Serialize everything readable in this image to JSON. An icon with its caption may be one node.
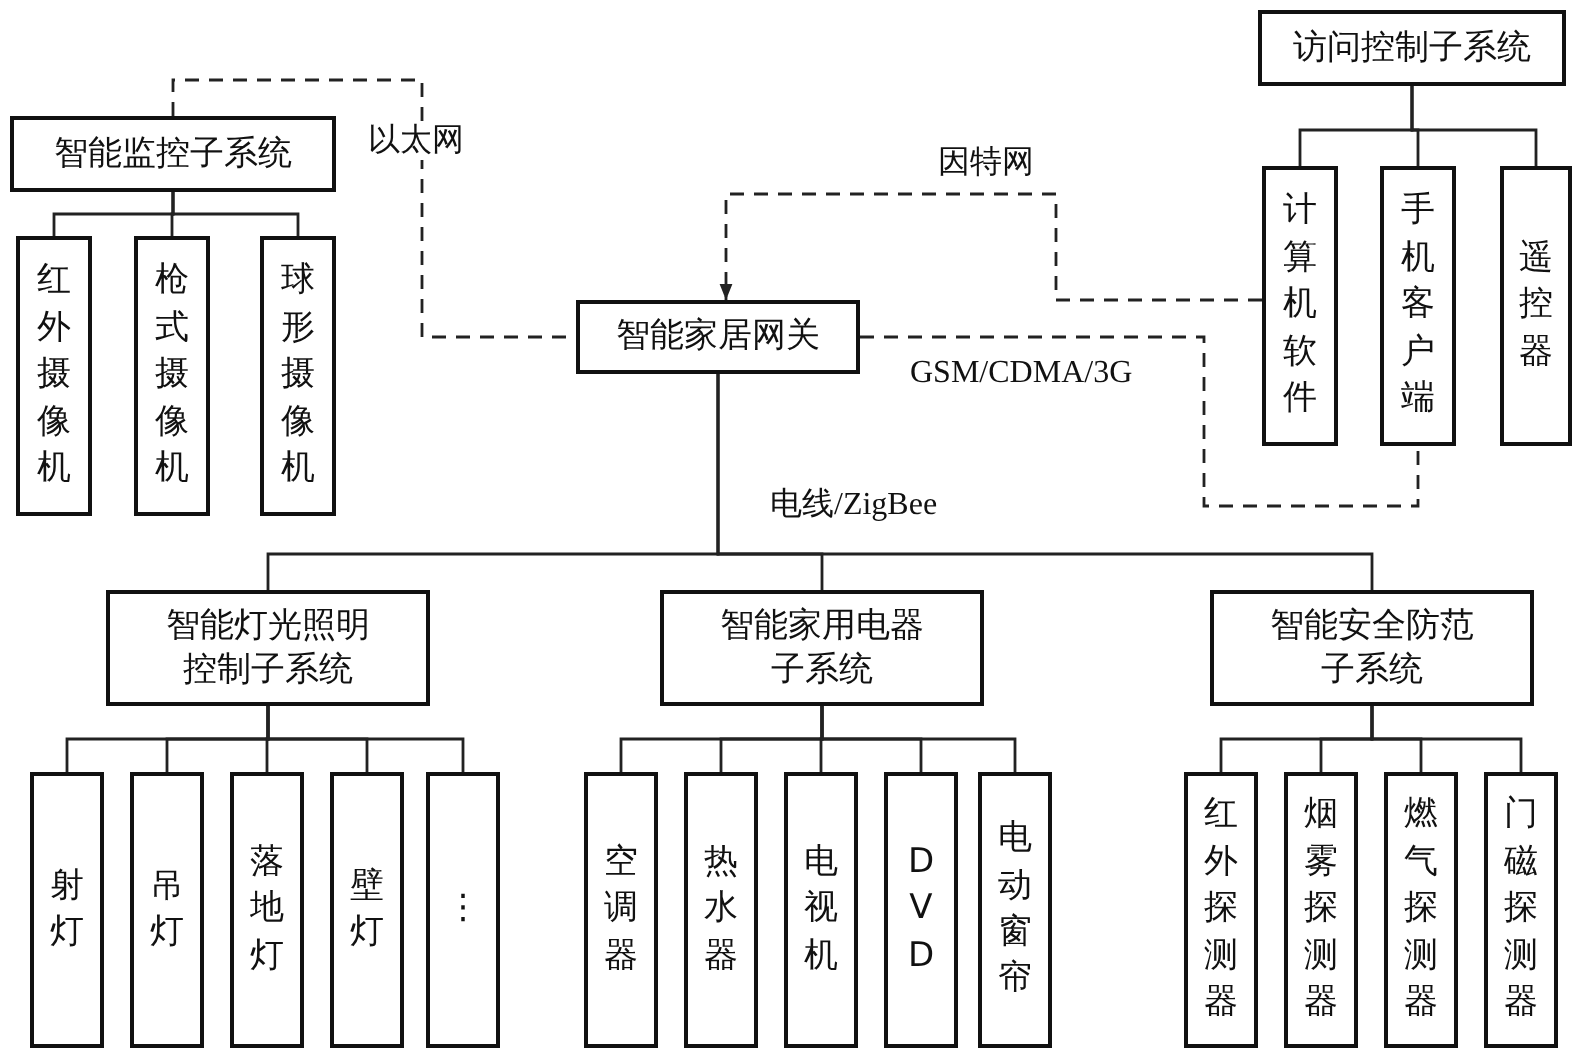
{
  "diagram": {
    "nodes": [
      {
        "text": [
          "智能监控子系统"
        ]
      },
      {
        "text": [
          "红外摄像机"
        ]
      },
      {
        "text": [
          "枪式摄像机"
        ]
      },
      {
        "text": [
          "球形摄像机"
        ]
      },
      {
        "text": [
          "访问控制子系统"
        ]
      },
      {
        "text": [
          "计算机软件"
        ]
      },
      {
        "text": [
          "手机客户端"
        ]
      },
      {
        "text": [
          "遥控器"
        ]
      },
      {
        "text": [
          "智能家居网关"
        ]
      },
      {
        "text": [
          "智能灯光照明控制子系统"
        ]
      },
      {
        "text": [
          "射灯"
        ]
      },
      {
        "text": [
          "吊灯"
        ]
      },
      {
        "text": [
          "落地灯"
        ]
      },
      {
        "text": [
          "壁灯"
        ]
      },
      {
        "text": [
          "⋮"
        ]
      },
      {
        "text": [
          "智能家用电器子系统"
        ]
      },
      {
        "text": [
          "空调器"
        ]
      },
      {
        "text": [
          "热水器"
        ]
      },
      {
        "text": [
          "电视机"
        ]
      },
      {
        "text": [
          "DVD"
        ]
      },
      {
        "text": [
          "电动窗帘"
        ]
      },
      {
        "text": [
          "智能安全防范子系统"
        ]
      },
      {
        "text": [
          "红外探测器"
        ]
      },
      {
        "text": [
          "烟雾探测器"
        ]
      },
      {
        "text": [
          "燃气探测器"
        ]
      },
      {
        "text": [
          "门磁探测器"
        ]
      }
    ],
    "edges": [
      {
        "from": 0,
        "to": 1,
        "arrow": "none"
      },
      {
        "from": 0,
        "to": 2,
        "arrow": "none"
      },
      {
        "from": 0,
        "to": 3,
        "arrow": "none"
      },
      {
        "from": 4,
        "to": 5,
        "arrow": "none"
      },
      {
        "from": 4,
        "to": 6,
        "arrow": "none"
      },
      {
        "from": 4,
        "to": 7,
        "arrow": "none"
      },
      {
        "from": 0,
        "to": 8,
        "arrow": "none",
        "style": "dashed",
        "label": "以太网"
      },
      {
        "from": 5,
        "to": 8,
        "arrow": "to",
        "style": "dashed",
        "label": "因特网"
      },
      {
        "from": 8,
        "to": 6,
        "arrow": "none",
        "style": "dashed",
        "label": "GSM/CDMA/3G"
      },
      {
        "from": 8,
        "to": 9,
        "arrow": "none"
      },
      {
        "from": 8,
        "to": 15,
        "arrow": "none",
        "label": "电线/ZigBee"
      },
      {
        "from": 8,
        "to": 21,
        "arrow": "none"
      },
      {
        "from": 9,
        "to": 10,
        "arrow": "none"
      },
      {
        "from": 9,
        "to": 11,
        "arrow": "none"
      },
      {
        "from": 9,
        "to": 12,
        "arrow": "none"
      },
      {
        "from": 9,
        "to": 13,
        "arrow": "none"
      },
      {
        "from": 9,
        "to": 14,
        "arrow": "none"
      },
      {
        "from": 15,
        "to": 16,
        "arrow": "none"
      },
      {
        "from": 15,
        "to": 17,
        "arrow": "none"
      },
      {
        "from": 15,
        "to": 18,
        "arrow": "none"
      },
      {
        "from": 15,
        "to": 19,
        "arrow": "none"
      },
      {
        "from": 15,
        "to": 20,
        "arrow": "none"
      },
      {
        "from": 21,
        "to": 22,
        "arrow": "none"
      },
      {
        "from": 21,
        "to": 23,
        "arrow": "none"
      },
      {
        "from": 21,
        "to": 24,
        "arrow": "none"
      },
      {
        "from": 21,
        "to": 25,
        "arrow": "none"
      }
    ]
  }
}
